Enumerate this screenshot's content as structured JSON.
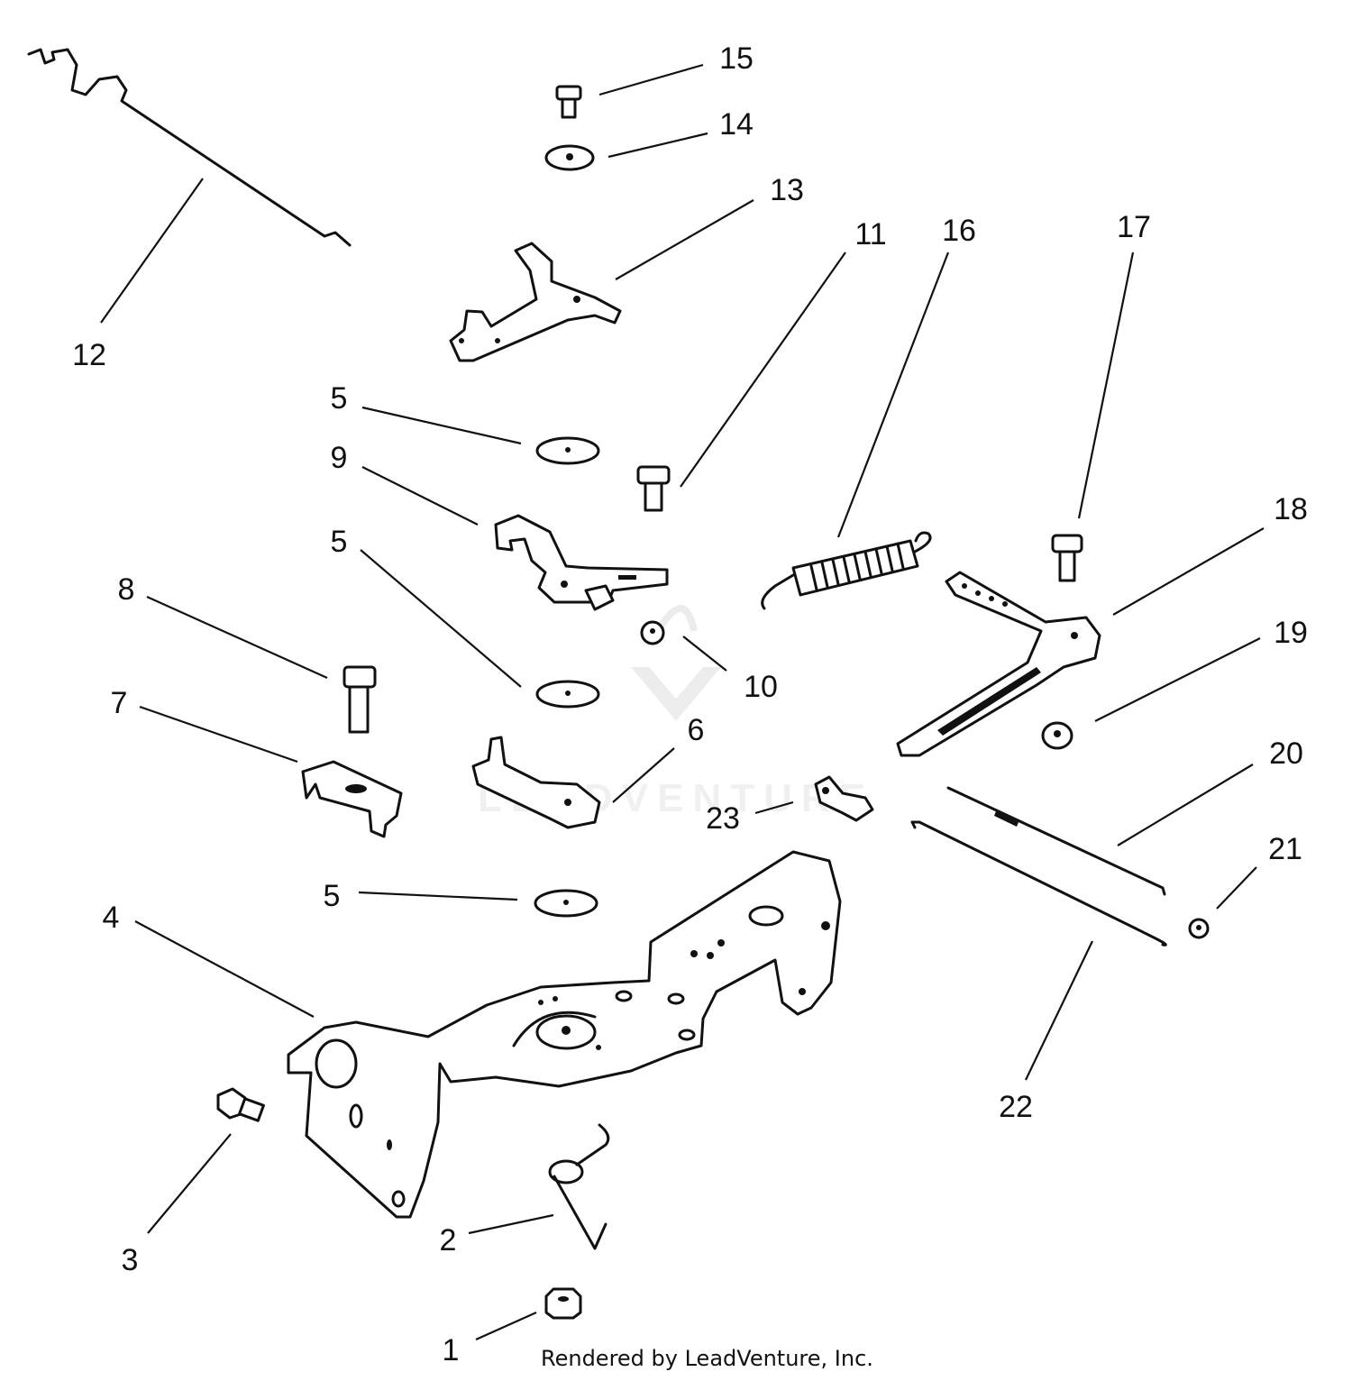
{
  "diagram": {
    "callouts": [
      "1",
      "2",
      "3",
      "4",
      "5",
      "5",
      "5",
      "6",
      "7",
      "8",
      "9",
      "10",
      "11",
      "12",
      "13",
      "14",
      "15",
      "16",
      "17",
      "18",
      "19",
      "20",
      "21",
      "22",
      "23"
    ],
    "watermark": "LEADVENTURE",
    "footer": "Rendered by LeadVenture, Inc."
  }
}
